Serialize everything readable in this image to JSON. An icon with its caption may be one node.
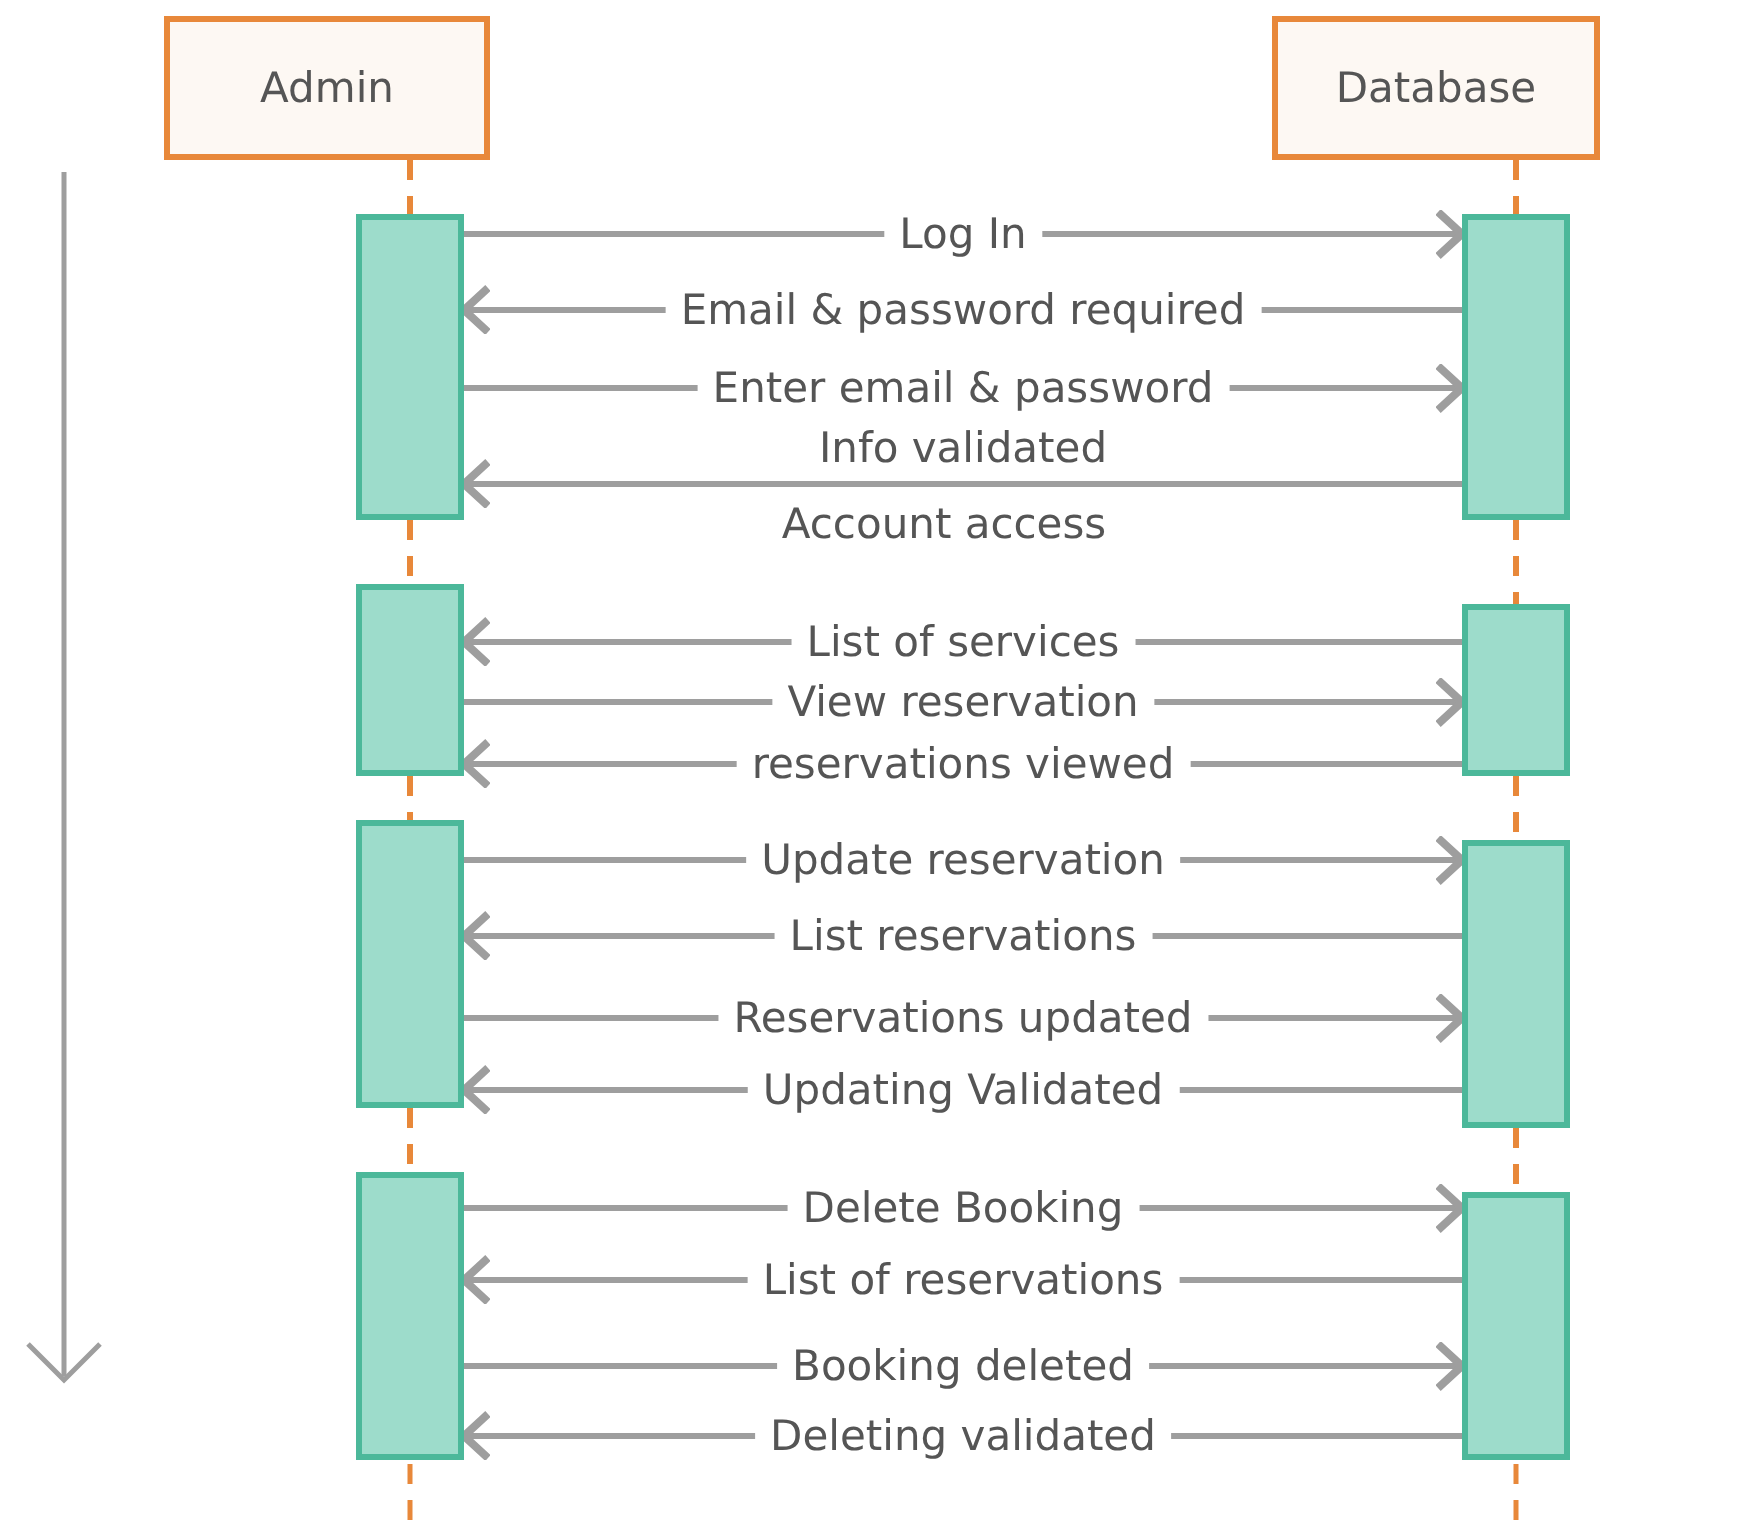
{
  "diagram": {
    "nodes": [
      {
        "text": [
          "Admin"
        ]
      },
      {
        "text": [
          "Database"
        ]
      },
      {
        "text": [],
        "shape": "bar"
      },
      {
        "text": [],
        "shape": "bar"
      },
      {
        "text": [],
        "shape": "bar"
      },
      {
        "text": [],
        "shape": "bar"
      },
      {
        "text": [],
        "shape": "bar"
      },
      {
        "text": [],
        "shape": "bar"
      },
      {
        "text": [],
        "shape": "bar"
      },
      {
        "text": [],
        "shape": "bar"
      }
    ],
    "edges": [
      {
        "from": 2,
        "to": 3,
        "arrow": "to",
        "label": "Log In"
      },
      {
        "from": 3,
        "to": 2,
        "arrow": "to",
        "label": "Email & password required"
      },
      {
        "from": 2,
        "to": 3,
        "arrow": "to",
        "label": "Enter email & password"
      },
      {
        "from": 3,
        "to": 2,
        "arrow": "to",
        "label": "Info validated"
      },
      {
        "from": 5,
        "to": 4,
        "arrow": "to",
        "label": "List of services"
      },
      {
        "from": 4,
        "to": 5,
        "arrow": "to",
        "label": "View reservation"
      },
      {
        "from": 5,
        "to": 4,
        "arrow": "to",
        "label": "reservations viewed"
      },
      {
        "from": 6,
        "to": 7,
        "arrow": "to",
        "label": "Update reservation"
      },
      {
        "from": 7,
        "to": 6,
        "arrow": "to",
        "label": "List reservations"
      },
      {
        "from": 6,
        "to": 7,
        "arrow": "to",
        "label": "Reservations updated"
      },
      {
        "from": 7,
        "to": 6,
        "arrow": "to",
        "label": "Updating Validated"
      },
      {
        "from": 8,
        "to": 9,
        "arrow": "to",
        "label": "Delete Booking"
      },
      {
        "from": 9,
        "to": 8,
        "arrow": "to",
        "label": "List of reservations"
      },
      {
        "from": 8,
        "to": 9,
        "arrow": "to",
        "label": "Booking deleted"
      },
      {
        "from": 9,
        "to": 8,
        "arrow": "to",
        "label": "Deleting validated"
      },
      {
        "from": 0,
        "to": 2,
        "arrow": "none",
        "style": "dashed",
        "color": "#e8883a"
      },
      {
        "from": 2,
        "to": 4,
        "arrow": "none",
        "style": "dashed",
        "color": "#e8883a"
      },
      {
        "from": 4,
        "to": 6,
        "arrow": "none",
        "style": "dashed",
        "color": "#e8883a"
      },
      {
        "from": 6,
        "to": 8,
        "arrow": "none",
        "style": "dashed",
        "color": "#e8883a"
      },
      {
        "from": 1,
        "to": 3,
        "arrow": "none",
        "style": "dashed",
        "color": "#e8883a"
      },
      {
        "from": 3,
        "to": 5,
        "arrow": "none",
        "style": "dashed",
        "color": "#e8883a"
      },
      {
        "from": 5,
        "to": 7,
        "arrow": "none",
        "style": "dashed",
        "color": "#e8883a"
      },
      {
        "from": 7,
        "to": 9,
        "arrow": "none",
        "style": "dashed",
        "color": "#e8883a"
      }
    ],
    "labels": [
      "Account access"
    ]
  }
}
